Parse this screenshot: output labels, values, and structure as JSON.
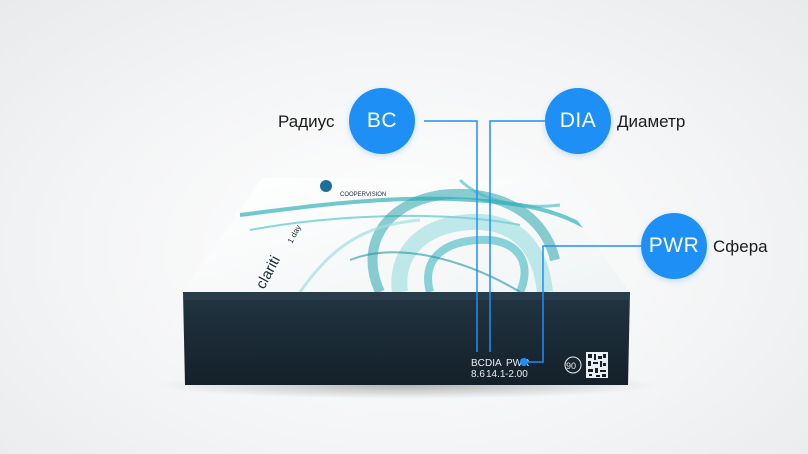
{
  "annotations": {
    "bc": {
      "badge": "BC",
      "label": "Радиус"
    },
    "dia": {
      "badge": "DIA",
      "label": "Диаметр"
    },
    "pwr": {
      "badge": "PWR",
      "label": "Сфера"
    }
  },
  "box": {
    "brand": "clariti",
    "brand_sub": "1 day",
    "lid_small_text": "COOPERVISION",
    "printed_params": {
      "bc_label": "BC",
      "bc_value": "8.6",
      "dia_label": "DIA",
      "dia_value": "14.1",
      "pwr_label": "PWR",
      "pwr_value": "-2.00"
    },
    "count_badge": "90"
  },
  "colors": {
    "accent_blue": "#1e90f5",
    "box_side": "#1c2b36",
    "swirl_teal": "#3fb7bf"
  }
}
